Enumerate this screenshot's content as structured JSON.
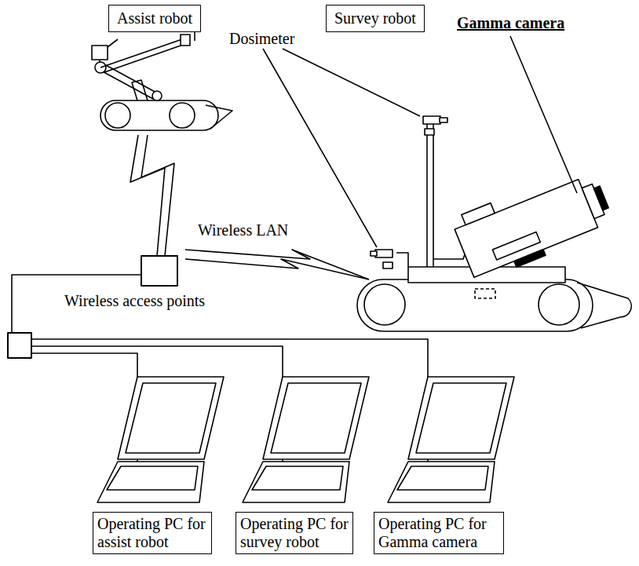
{
  "diagram": {
    "nodes": [
      {
        "text": [
          "Assist robot"
        ]
      },
      {
        "text": [
          "Survey robot"
        ]
      },
      {
        "text": [
          "Operating PC for assist robot"
        ]
      },
      {
        "text": [
          "Operating PC for survey robot"
        ]
      },
      {
        "text": [
          "Operating PC for Gamma camera"
        ]
      }
    ],
    "labels": [
      "Dosimeter",
      "Gamma camera",
      "Wireless LAN",
      "Wireless access points"
    ]
  }
}
